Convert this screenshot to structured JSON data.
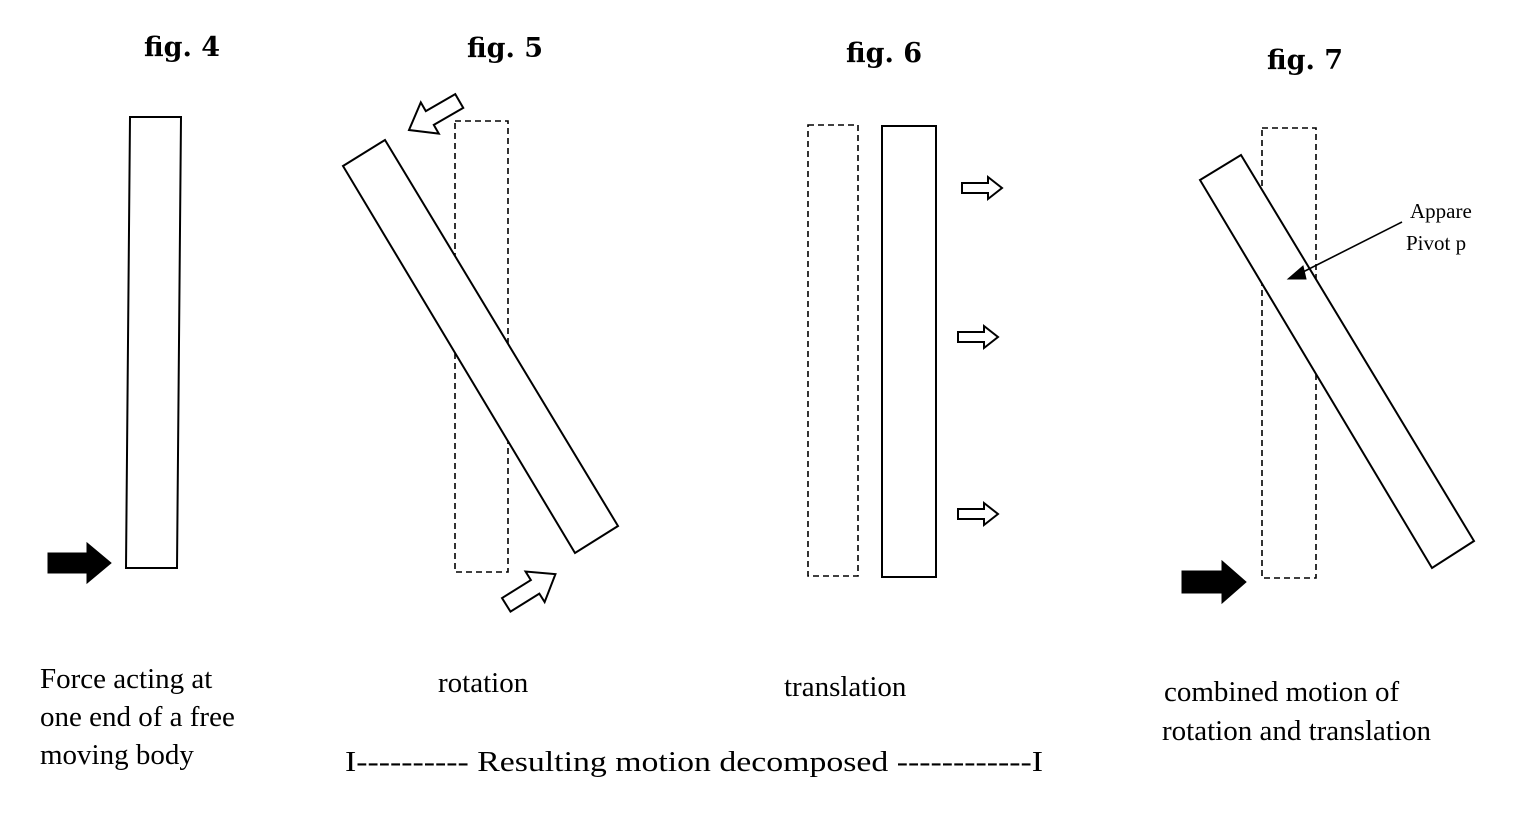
{
  "figures": [
    {
      "title": "fig. 4",
      "caption_lines": [
        "Force acting at",
        "one end of a free",
        "moving body"
      ]
    },
    {
      "title": "fig. 5",
      "caption_lines": [
        "rotation"
      ]
    },
    {
      "title": "fig. 6",
      "caption_lines": [
        "translation"
      ]
    },
    {
      "title": "fig. 7",
      "caption_lines": [
        "combined motion of",
        "rotation and translation"
      ]
    }
  ],
  "pivot_label_lines": [
    "Appare",
    "Pivot p"
  ],
  "decomposed_label": "I---------- Resulting motion decomposed ------------I"
}
